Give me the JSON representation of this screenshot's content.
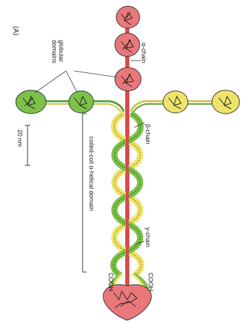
{
  "figure": {
    "panel_label": "(A)",
    "labels": {
      "globular_domains_line1": "globular",
      "globular_domains_line2": "domains",
      "alpha_chain": "α-chain",
      "beta_chain": "β-chain",
      "gamma_chain": "γ-chain",
      "scale_bar": "20 nm",
      "coiled_coil": "coiled-coil α-helical domain",
      "cooh_left": "COOH",
      "cooh_right": "COOH"
    },
    "colors": {
      "alpha_red": "#d94a4a",
      "alpha_fill": "#e9787a",
      "beta_yellow": "#efe46a",
      "gamma_green": "#7cc24a",
      "outline": "#333333",
      "squiggle": "#222222"
    }
  }
}
